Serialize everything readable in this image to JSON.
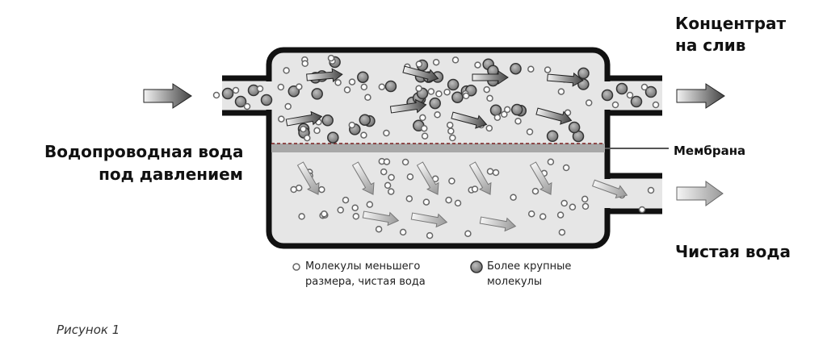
{
  "labels": {
    "concentrate_line1": "Концентрат",
    "concentrate_line2": "на слив",
    "input_line1": "Водопроводная вода",
    "input_line2": "под давлением",
    "membrane": "Мембрана",
    "clean_water": "Чистая вода"
  },
  "legend": {
    "small_line1": "Молекулы меньшего",
    "small_line2": "размера, чистая вода",
    "large_line1": "Более крупные",
    "large_line2": "молекулы"
  },
  "caption": "Рисунок 1",
  "colors": {
    "outline": "#111111",
    "membrane": "#a8a8a8",
    "membrane_dash": "#7a1f1f",
    "vessel_fill": "#e6e6e6",
    "large_molecule": "#8a8a8a",
    "small_molecule": "#ffffff"
  }
}
